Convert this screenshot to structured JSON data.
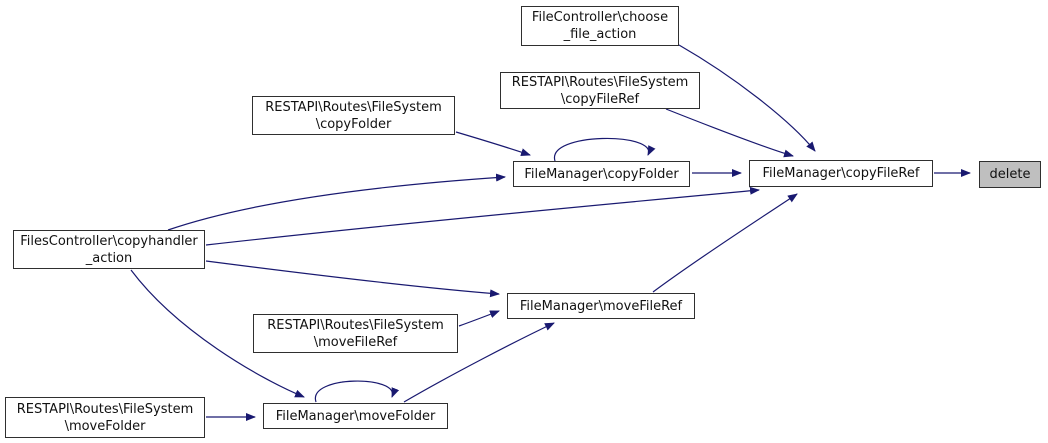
{
  "diagram": {
    "kind": "caller-graph",
    "colors": {
      "background": "#ffffff",
      "edge": "#191970",
      "node_border": "#2f2f2f",
      "node_fill": "#ffffff",
      "highlight_node_fill": "#bfbfbf",
      "text": "#111111"
    },
    "nodes": [
      {
        "id": "filecontroller-choose-file-action",
        "label": "FileController\\choose_file_action",
        "lines": [
          "FileController\\choose",
          "_file_action"
        ]
      },
      {
        "id": "restapi-routes-filesystem-copyfileref",
        "label": "RESTAPI\\Routes\\FileSystem\\copyFileRef",
        "lines": [
          "RESTAPI\\Routes\\FileSystem",
          "\\copyFileRef"
        ]
      },
      {
        "id": "restapi-routes-filesystem-copyfolder",
        "label": "RESTAPI\\Routes\\FileSystem\\copyFolder",
        "lines": [
          "RESTAPI\\Routes\\FileSystem",
          "\\copyFolder"
        ]
      },
      {
        "id": "filemanager-copyfolder",
        "label": "FileManager\\copyFolder",
        "lines": [
          "FileManager\\copyFolder"
        ]
      },
      {
        "id": "filemanager-copyfileref",
        "label": "FileManager\\copyFileRef",
        "lines": [
          "FileManager\\copyFileRef"
        ]
      },
      {
        "id": "delete",
        "label": "delete",
        "lines": [
          "delete"
        ]
      },
      {
        "id": "filescontroller-copyhandler-action",
        "label": "FilesController\\copyhandler_action",
        "lines": [
          "FilesController\\copyhandler",
          "_action"
        ]
      },
      {
        "id": "filemanager-movefileref",
        "label": "FileManager\\moveFileRef",
        "lines": [
          "FileManager\\moveFileRef"
        ]
      },
      {
        "id": "restapi-routes-filesystem-movefileref",
        "label": "RESTAPI\\Routes\\FileSystem\\moveFileRef",
        "lines": [
          "RESTAPI\\Routes\\FileSystem",
          "\\moveFileRef"
        ]
      },
      {
        "id": "filemanager-movefolder",
        "label": "FileManager\\moveFolder",
        "lines": [
          "FileManager\\moveFolder"
        ]
      },
      {
        "id": "restapi-routes-filesystem-movefolder",
        "label": "RESTAPI\\Routes\\FileSystem\\moveFolder",
        "lines": [
          "RESTAPI\\Routes\\FileSystem",
          "\\moveFolder"
        ]
      }
    ],
    "edges": [
      {
        "from": "FileController\\choose_file_action",
        "to": "FileManager\\copyFileRef"
      },
      {
        "from": "RESTAPI\\Routes\\FileSystem\\copyFileRef",
        "to": "FileManager\\copyFileRef"
      },
      {
        "from": "RESTAPI\\Routes\\FileSystem\\copyFolder",
        "to": "FileManager\\copyFolder"
      },
      {
        "from": "FilesController\\copyhandler_action",
        "to": "FileManager\\copyFolder"
      },
      {
        "from": "FileManager\\copyFolder",
        "to": "FileManager\\copyFolder"
      },
      {
        "from": "FileManager\\copyFolder",
        "to": "FileManager\\copyFileRef"
      },
      {
        "from": "FilesController\\copyhandler_action",
        "to": "FileManager\\copyFileRef"
      },
      {
        "from": "FilesController\\copyhandler_action",
        "to": "FileManager\\moveFileRef"
      },
      {
        "from": "FileManager\\moveFileRef",
        "to": "FileManager\\copyFileRef"
      },
      {
        "from": "RESTAPI\\Routes\\FileSystem\\moveFileRef",
        "to": "FileManager\\moveFileRef"
      },
      {
        "from": "FilesController\\copyhandler_action",
        "to": "FileManager\\moveFolder"
      },
      {
        "from": "FileManager\\moveFolder",
        "to": "FileManager\\moveFolder"
      },
      {
        "from": "FileManager\\moveFolder",
        "to": "FileManager\\moveFileRef"
      },
      {
        "from": "RESTAPI\\Routes\\FileSystem\\moveFolder",
        "to": "FileManager\\moveFolder"
      },
      {
        "from": "FileManager\\copyFileRef",
        "to": "delete"
      }
    ]
  }
}
